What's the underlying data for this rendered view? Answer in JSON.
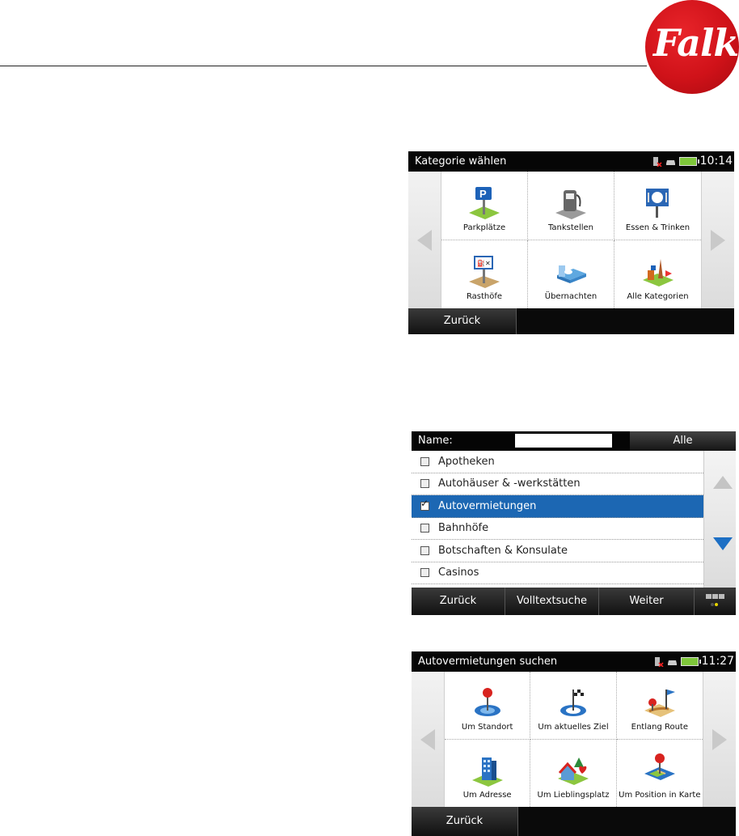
{
  "brand": "Falk",
  "screen1": {
    "title": "Kategorie wählen",
    "time": "10:14",
    "items": [
      "Parkplätze",
      "Tankstellen",
      "Essen & Trinken",
      "Rasthöfe",
      "Übernachten",
      "Alle Kategorien"
    ],
    "back": "Zurück"
  },
  "screen2": {
    "name_label": "Name:",
    "name_value": "",
    "all_button": "Alle",
    "rows": [
      "Apotheken",
      "Autohäuser & -werkstätten",
      "Autovermietungen",
      "Bahnhöfe",
      "Botschaften & Konsulate",
      "Casinos"
    ],
    "selected_index": 2,
    "buttons": [
      "Zurück",
      "Volltextsuche",
      "Weiter"
    ]
  },
  "screen3": {
    "title": "Autovermietungen suchen",
    "time": "11:27",
    "items": [
      "Um Standort",
      "Um aktuelles Ziel",
      "Entlang Route",
      "Um Adresse",
      "Um Lieblingsplatz",
      "Um Position in Karte"
    ],
    "back": "Zurück"
  },
  "colors": {
    "selection": "#1c67b3",
    "logo_red": "#d01219",
    "battery": "#7ec63a"
  },
  "icons": {
    "screen1": [
      "parking-sign-icon",
      "fuel-pump-icon",
      "restaurant-sign-icon",
      "rest-area-sign-icon",
      "bed-icon",
      "all-categories-icon"
    ],
    "screen3": [
      "location-pin-icon",
      "destination-flag-icon",
      "route-flag-icon",
      "building-address-icon",
      "favorite-place-icon",
      "map-position-icon"
    ]
  }
}
